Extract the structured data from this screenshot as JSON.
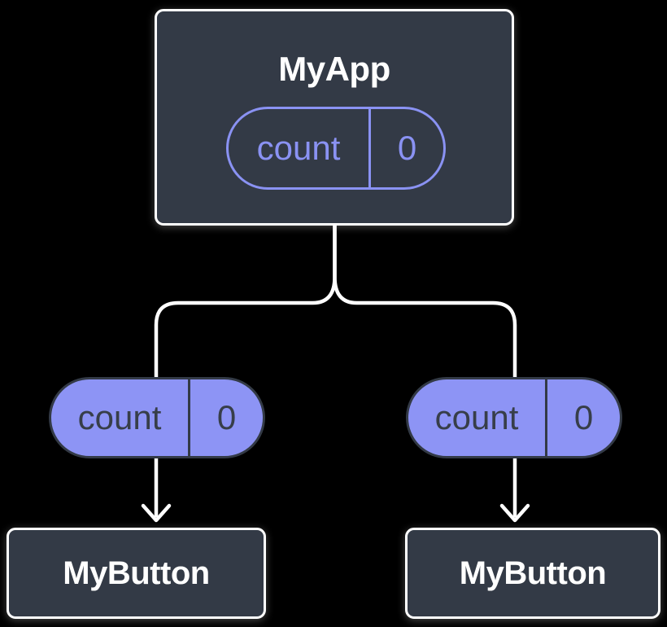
{
  "diagram": {
    "type": "component-tree",
    "description": "Parent component MyApp holds count state, passed down to two MyButton children",
    "root": {
      "label": "MyApp",
      "state": {
        "name": "count",
        "value": "0"
      }
    },
    "children": [
      {
        "label": "MyButton",
        "passed_state": {
          "name": "count",
          "value": "0"
        }
      },
      {
        "label": "MyButton",
        "passed_state": {
          "name": "count",
          "value": "0"
        }
      }
    ]
  },
  "colors": {
    "background": "#000000",
    "box_fill": "#333a46",
    "box_border": "#ffffff",
    "connector_line": "#ffffff",
    "accent_purple": "#8a92f3",
    "pill_fill": "#8d94f5",
    "pill_dark_text": "#373e49"
  }
}
